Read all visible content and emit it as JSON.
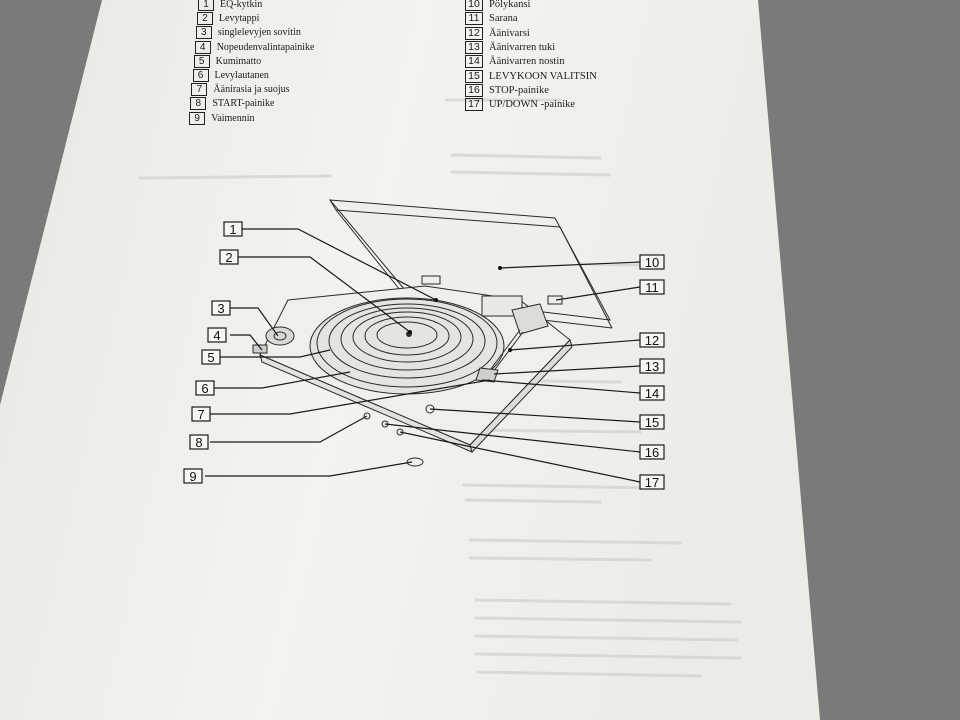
{
  "legend_left": [
    {
      "num": "1",
      "label": "EQ-kytkin"
    },
    {
      "num": "2",
      "label": "Levytappi"
    },
    {
      "num": "3",
      "label": "singlelevyjen sovitin"
    },
    {
      "num": "4",
      "label": "Nopeudenvalintapainike"
    },
    {
      "num": "5",
      "label": "Kumimatto"
    },
    {
      "num": "6",
      "label": "Levylautanen"
    },
    {
      "num": "7",
      "label": "Äänirasia ja suojus"
    },
    {
      "num": "8",
      "label": "START-painike"
    },
    {
      "num": "9",
      "label": "Vaimennin"
    }
  ],
  "legend_right": [
    {
      "num": "10",
      "label": "Pölykansi"
    },
    {
      "num": "11",
      "label": "Sarana"
    },
    {
      "num": "12",
      "label": "Äänivarsi"
    },
    {
      "num": "13",
      "label": "Äänivarren tuki"
    },
    {
      "num": "14",
      "label": "Äänivarren nostin"
    },
    {
      "num": "15",
      "label": "LEVYKOON VALITSIN"
    },
    {
      "num": "16",
      "label": "STOP-painike"
    },
    {
      "num": "17",
      "label": "UP/DOWN -painike"
    }
  ],
  "callouts": [
    "1",
    "2",
    "3",
    "4",
    "5",
    "6",
    "7",
    "8",
    "9",
    "10",
    "11",
    "12",
    "13",
    "14",
    "15",
    "16",
    "17"
  ],
  "colors": {
    "paper": "#f2f1ec",
    "carpet": "#6f6f6d",
    "ink": "#1b1b1b"
  }
}
